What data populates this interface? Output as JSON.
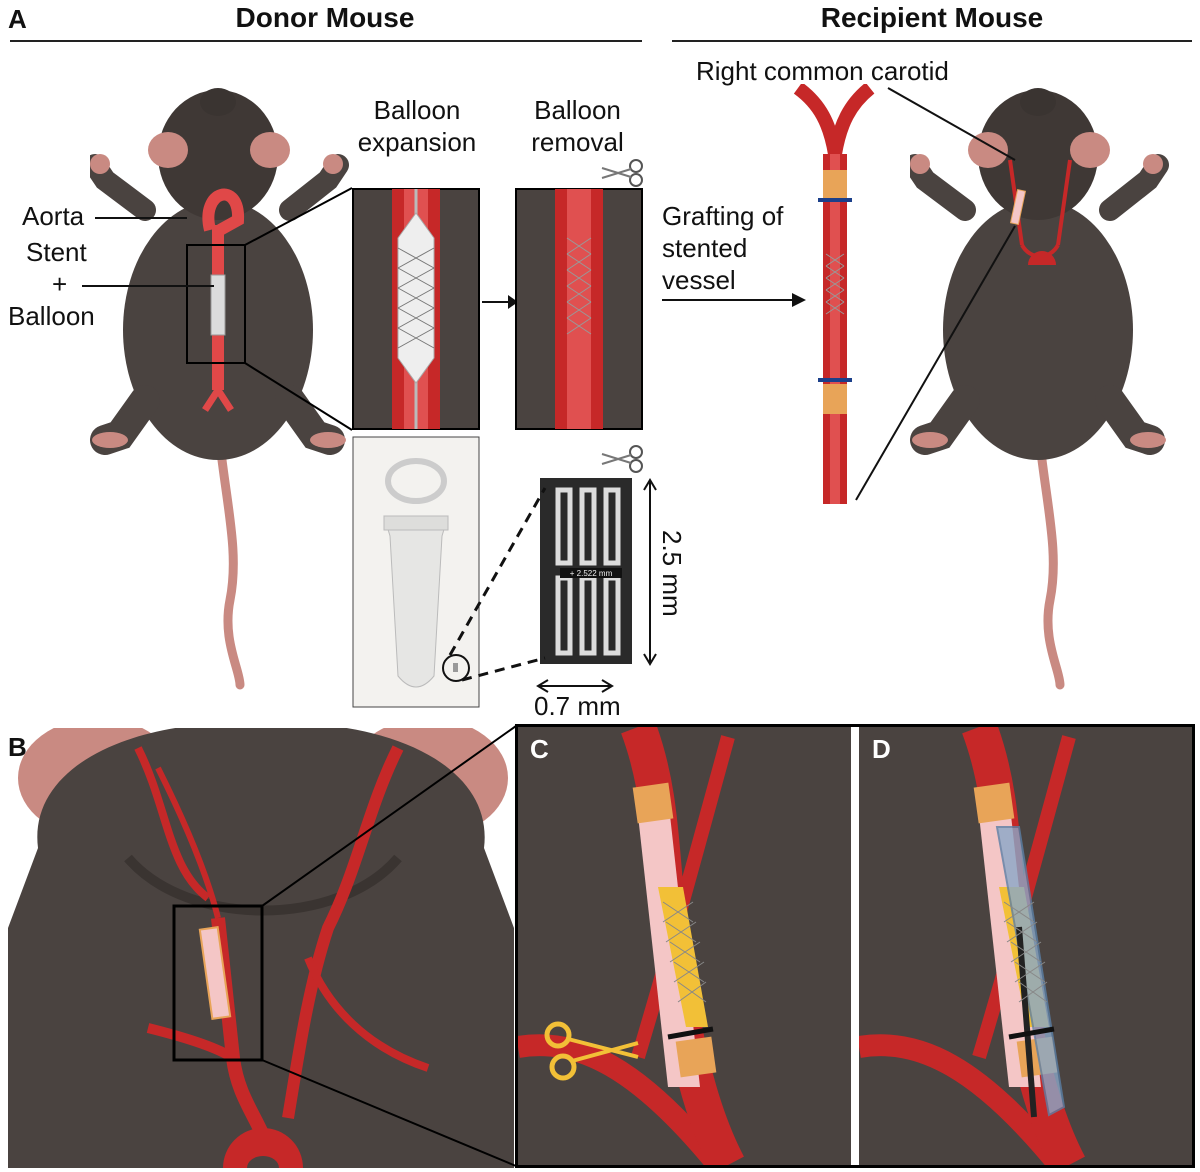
{
  "panels": {
    "a": "A",
    "b": "B",
    "c": "C",
    "d": "D"
  },
  "headers": {
    "donor": "Donor Mouse",
    "recipient": "Recipient Mouse"
  },
  "donor_labels": {
    "aorta": "Aorta",
    "stent": "Stent",
    "plus": "+",
    "balloon": "Balloon"
  },
  "steps": {
    "balloon_expansion_line1": "Balloon",
    "balloon_expansion_line2": "expansion",
    "balloon_removal_line1": "Balloon",
    "balloon_removal_line2": "removal",
    "grafting_line1": "Grafting of",
    "grafting_line2": "stented",
    "grafting_line3": "vessel"
  },
  "recipient_labels": {
    "carotid": "Right common carotid"
  },
  "measurements": {
    "length": "2.5 mm",
    "width": "0.7 mm",
    "sem_readout": "+ 2.522 mm"
  },
  "colors": {
    "fur": "#4a4340",
    "fur_dark": "#3a3431",
    "ear_skin": "#c98a82",
    "vessel": "#c62828",
    "vessel_light": "#e05050",
    "vessel_inner": "#f4c6c6",
    "cuff": "#e8a458",
    "stent_gold": "#f2c037",
    "ligature": "#111111",
    "box_bg": "#4a4340",
    "scissors": "#f2c037"
  },
  "icons": {
    "scissors_top": "scissors-icon",
    "scissors_mid": "scissors-icon",
    "scissors_c": "scissors-icon"
  }
}
